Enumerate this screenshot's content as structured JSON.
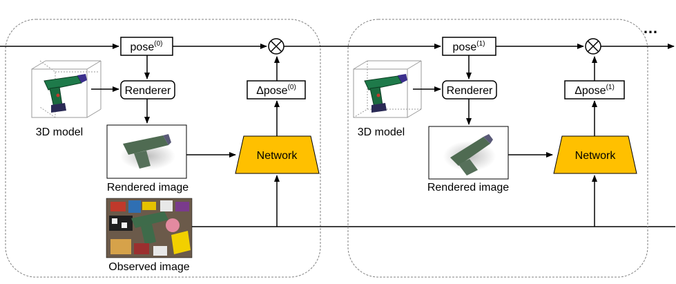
{
  "stages": [
    {
      "pose_label": "pose",
      "pose_index": "(0)",
      "renderer_label": "Renderer",
      "delta_label": "Δpose",
      "delta_index": "(0)",
      "network_label": "Network",
      "model_caption": "3D model",
      "rendered_caption": "Rendered image",
      "observed_caption": "Observed image"
    },
    {
      "pose_label": "pose",
      "pose_index": "(1)",
      "renderer_label": "Renderer",
      "delta_label": "Δpose",
      "delta_index": "(1)",
      "network_label": "Network",
      "model_caption": "3D model",
      "rendered_caption": "Rendered image"
    }
  ],
  "continuation": "…",
  "colors": {
    "network_fill": "#FFC000",
    "stroke": "#000000",
    "stage_border": "#808080",
    "drill_body": "#1e7a4a",
    "drill_accent": "#3b2f8c"
  },
  "icons": {
    "combine_operator": "circled-times-icon"
  }
}
